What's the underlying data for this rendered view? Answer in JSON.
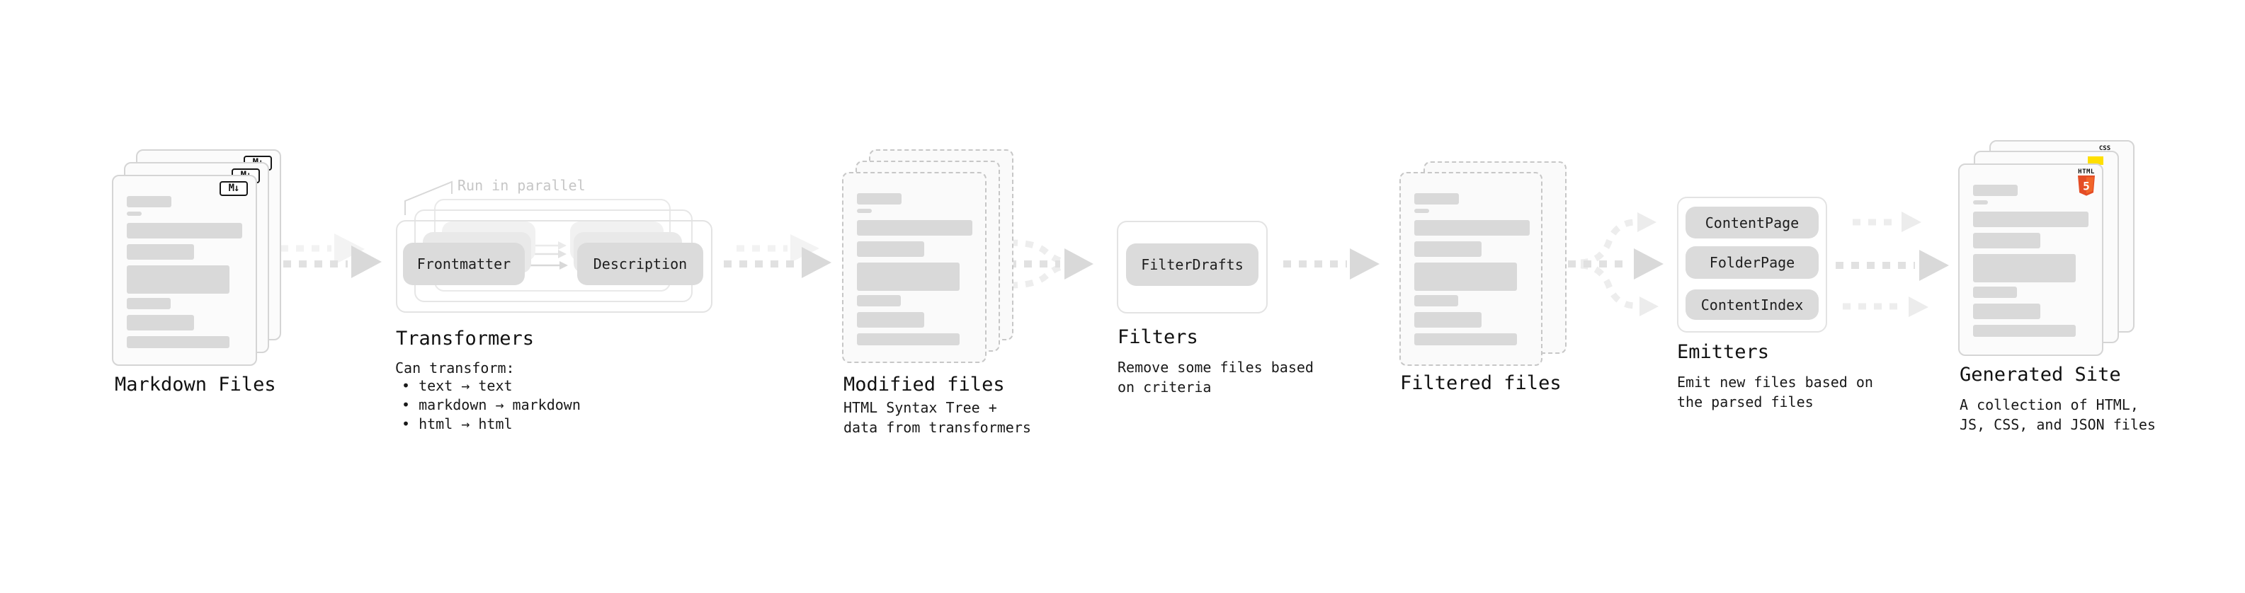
{
  "stages": {
    "markdown_files": {
      "label": "Markdown Files",
      "badge": "M↓"
    },
    "transformers": {
      "label": "Transformers",
      "note": "Run in parallel",
      "nodes": [
        {
          "label": "Frontmatter"
        },
        {
          "label": "Description"
        }
      ],
      "description_title": "Can transform:",
      "bullets": [
        "• text → text",
        "• markdown → markdown",
        "• html → html"
      ]
    },
    "modified_files": {
      "label": "Modified files",
      "description": "HTML Syntax Tree +\ndata from transformers"
    },
    "filters": {
      "label": "Filters",
      "nodes": [
        {
          "label": "FilterDrafts"
        }
      ],
      "description": "Remove some files based\non criteria"
    },
    "filtered_files": {
      "label": "Filtered files"
    },
    "emitters": {
      "label": "Emitters",
      "nodes": [
        {
          "label": "ContentPage"
        },
        {
          "label": "FolderPage"
        },
        {
          "label": "ContentIndex"
        }
      ],
      "description": "Emit new files based on\nthe parsed files"
    },
    "generated_site": {
      "label": "Generated Site",
      "description": "A collection of HTML,\nJS, CSS, and JSON files",
      "badges": {
        "css_label": "CSS",
        "html_label": "HTML",
        "html5_number": "5"
      }
    }
  },
  "colors": {
    "css_blue": "#2d53e5",
    "js_yellow": "#ffdf00",
    "html5_orange": "#e44d26",
    "html5_orange_light": "#f16529",
    "bar_gray": "#d9d9d9",
    "arrow_gray": "#dcdcdc",
    "note_gray": "#c6c6c6"
  }
}
